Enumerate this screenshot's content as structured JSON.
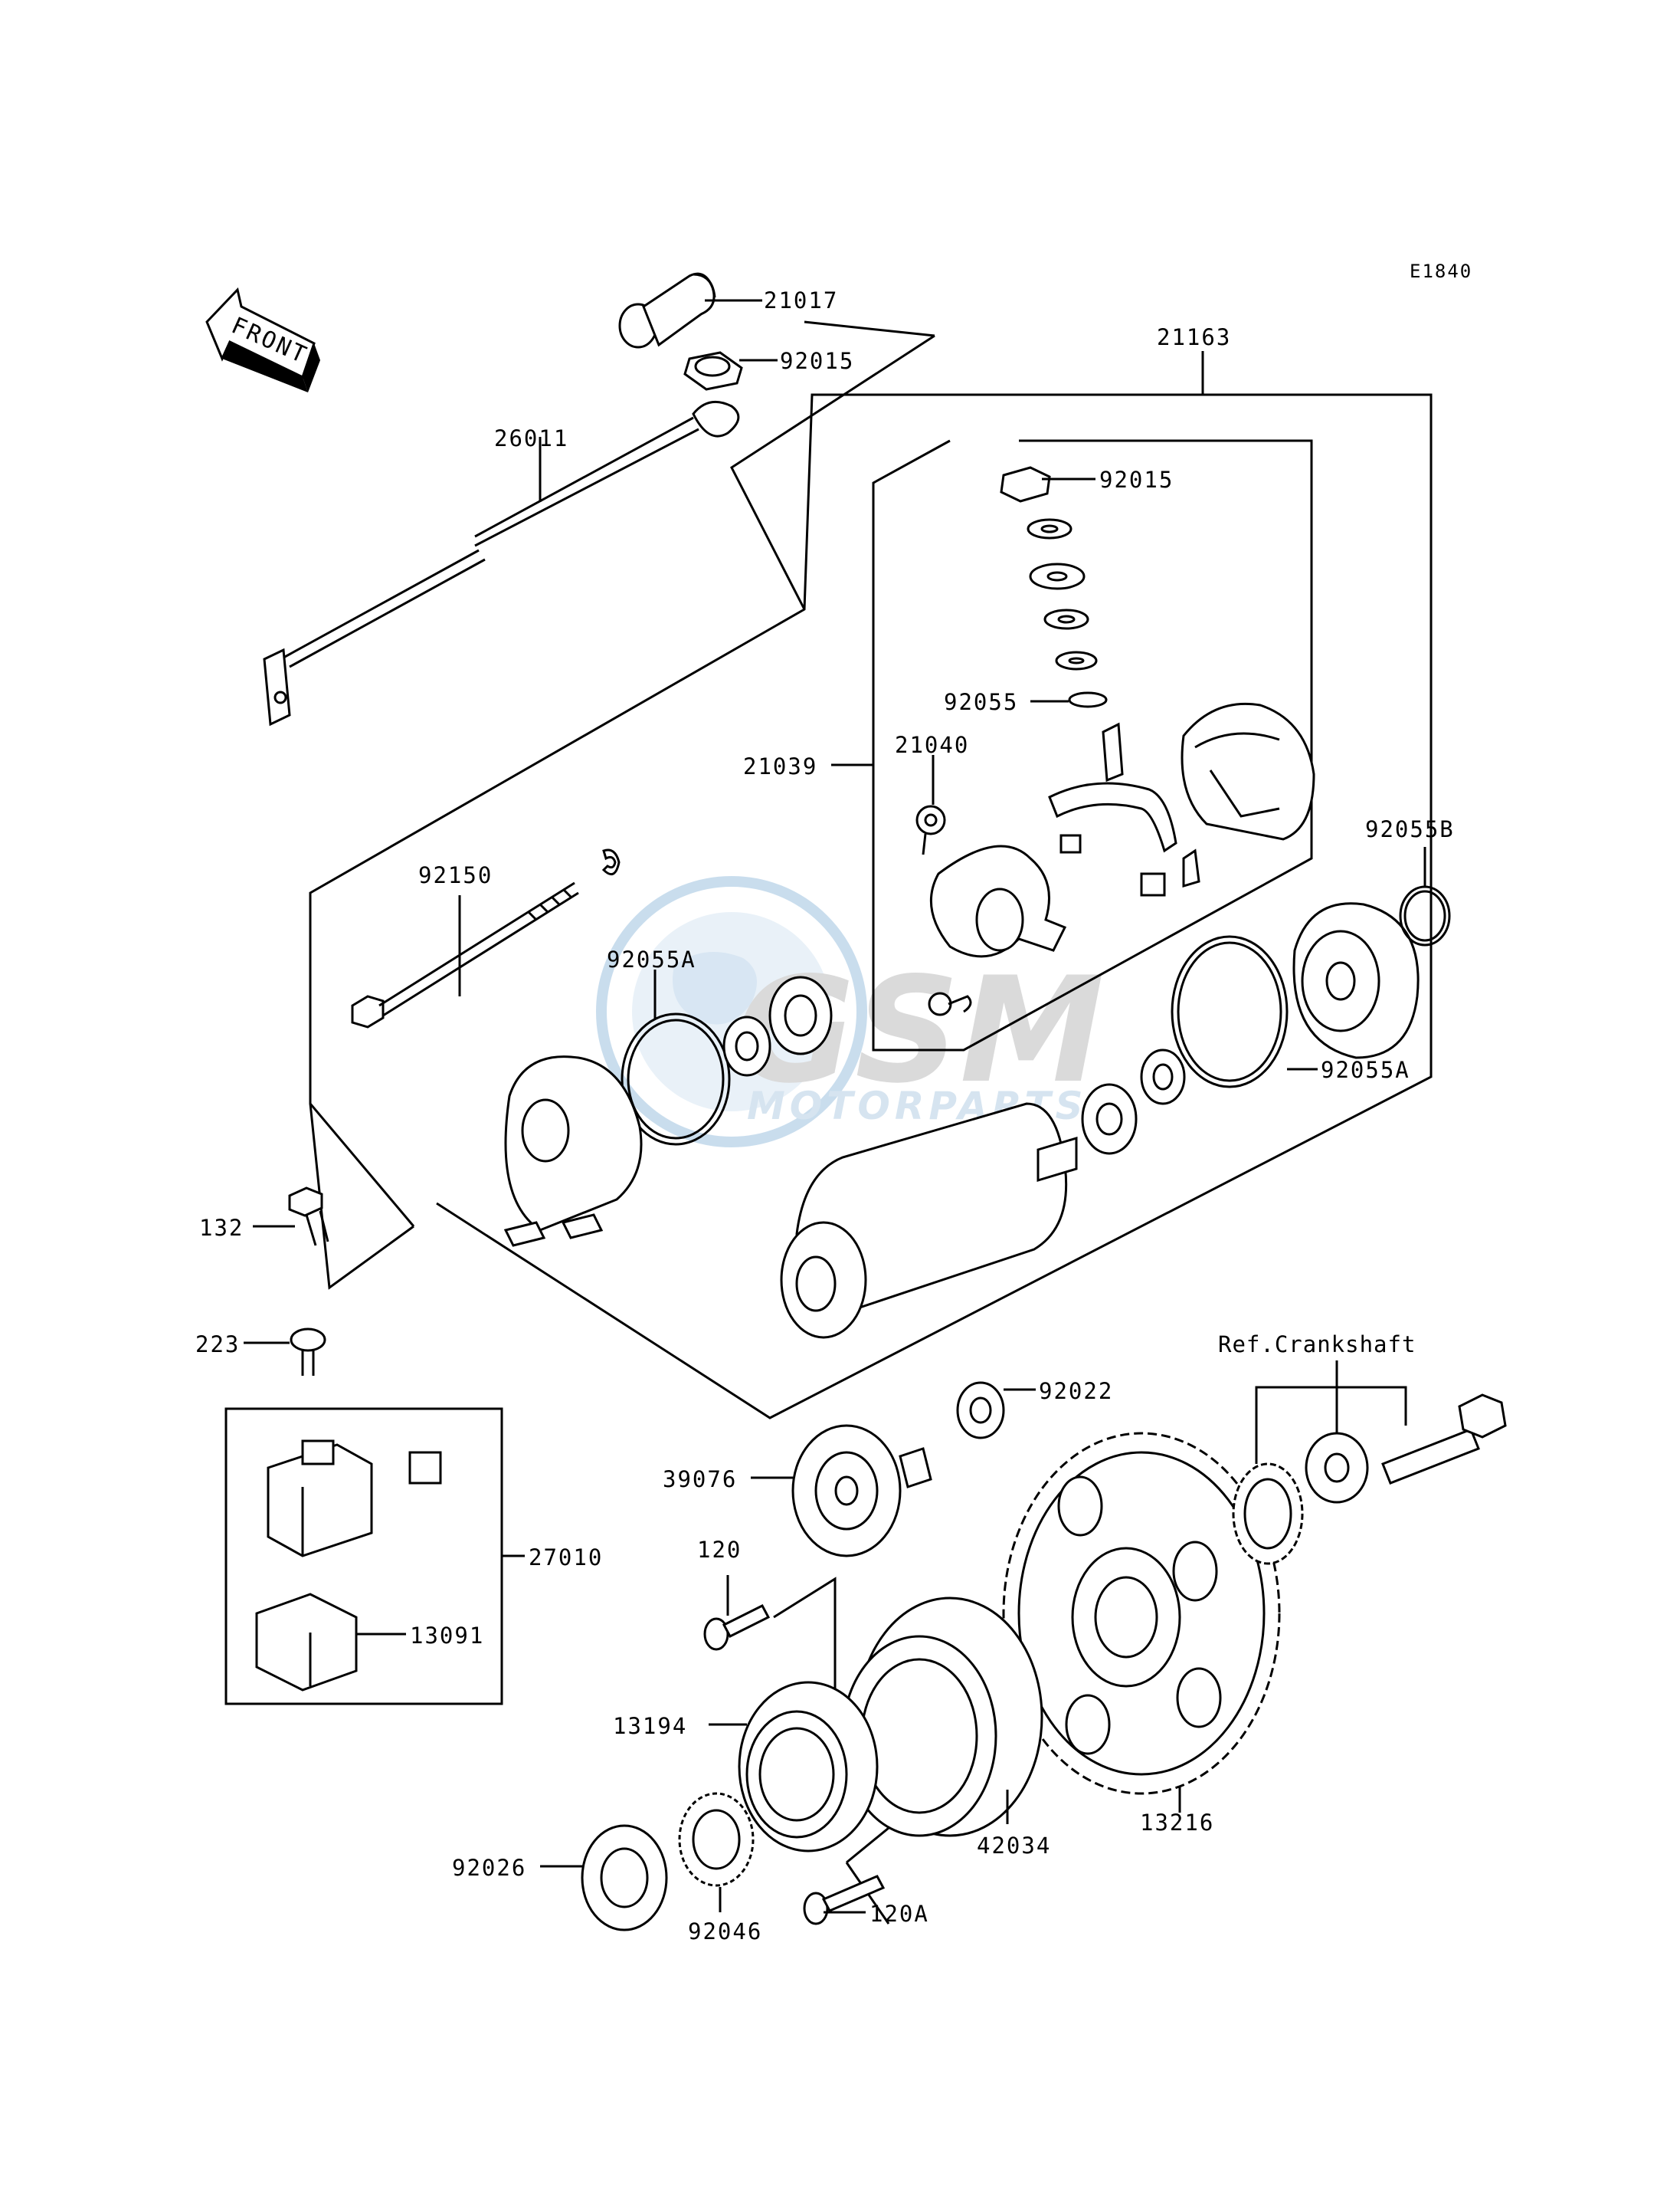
{
  "diagram_code": "E1840",
  "front_label": "FRONT",
  "ref_label": "Ref.Crankshaft",
  "watermark": {
    "logo_text": "GSM",
    "subtext": "MOTORPARTS",
    "color": "#9ec3e0"
  },
  "parts": {
    "p21017": "21017",
    "p92015a": "92015",
    "p21163": "21163",
    "p26011": "26011",
    "p92015b": "92015",
    "p92055": "92055",
    "p21040": "21040",
    "p21039": "21039",
    "p92055B": "92055B",
    "p92150": "92150",
    "p92055A_l": "92055A",
    "p92055A_r": "92055A",
    "p132": "132",
    "p223": "223",
    "p92022": "92022",
    "p39076": "39076",
    "p27010": "27010",
    "p120": "120",
    "p13091": "13091",
    "p13194": "13194",
    "p42034": "42034",
    "p13216": "13216",
    "p92026": "92026",
    "p92046": "92046",
    "p120A": "120A"
  }
}
